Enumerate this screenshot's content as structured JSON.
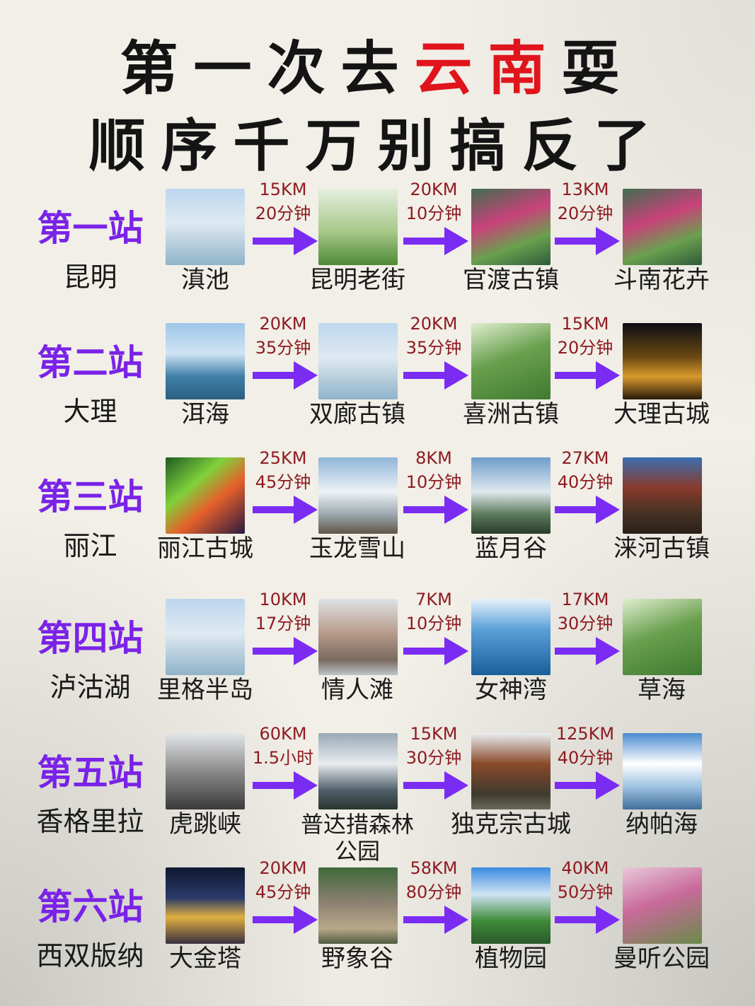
{
  "title": {
    "line1_pre": "第一次去",
    "line1_red": "云南",
    "line1_post": "耍",
    "line2": "顺序千万别搞反了"
  },
  "colors": {
    "station_title": "#7a22e8",
    "arrow": "#7b2cf2",
    "distance": "#8e1b20",
    "highlight": "#e0141c"
  },
  "icons": [
    "right-arrow-icon"
  ],
  "stations": [
    {
      "title": "第一站",
      "city": "昆明",
      "spots": [
        "滇池",
        "昆明老街",
        "官渡古镇",
        "斗南花卉"
      ],
      "legs": [
        {
          "km": "15KM",
          "time": "20分钟"
        },
        {
          "km": "20KM",
          "time": "10分钟"
        },
        {
          "km": "13KM",
          "time": "20分钟"
        }
      ]
    },
    {
      "title": "第二站",
      "city": "大理",
      "spots": [
        "洱海",
        "双廊古镇",
        "喜洲古镇",
        "大理古城"
      ],
      "legs": [
        {
          "km": "20KM",
          "time": "35分钟"
        },
        {
          "km": "20KM",
          "time": "35分钟"
        },
        {
          "km": "15KM",
          "time": "20分钟"
        }
      ]
    },
    {
      "title": "第三站",
      "city": "丽江",
      "spots": [
        "丽江古城",
        "玉龙雪山",
        "蓝月谷",
        "涞河古镇"
      ],
      "legs": [
        {
          "km": "25KM",
          "time": "45分钟"
        },
        {
          "km": "8KM",
          "time": "10分钟"
        },
        {
          "km": "27KM",
          "time": "40分钟"
        }
      ]
    },
    {
      "title": "第四站",
      "city": "泸沽湖",
      "spots": [
        "里格半岛",
        "情人滩",
        "女神湾",
        "草海"
      ],
      "legs": [
        {
          "km": "10KM",
          "time": "17分钟"
        },
        {
          "km": "7KM",
          "time": "10分钟"
        },
        {
          "km": "17KM",
          "time": "30分钟"
        }
      ]
    },
    {
      "title": "第五站",
      "city": "香格里拉",
      "spots": [
        "虎跳峡",
        "普达措森林公园",
        "独克宗古城",
        "纳帕海"
      ],
      "legs": [
        {
          "km": "60KM",
          "time": "1.5小时"
        },
        {
          "km": "15KM",
          "time": "30分钟"
        },
        {
          "km": "125KM",
          "time": "40分钟"
        }
      ]
    },
    {
      "title": "第六站",
      "city": "西双版纳",
      "spots": [
        "大金塔",
        "野象谷",
        "植物园",
        "曼听公园"
      ],
      "legs": [
        {
          "km": "20KM",
          "time": "45分钟"
        },
        {
          "km": "58KM",
          "time": "80分钟"
        },
        {
          "km": "40KM",
          "time": "50分钟"
        }
      ]
    }
  ]
}
